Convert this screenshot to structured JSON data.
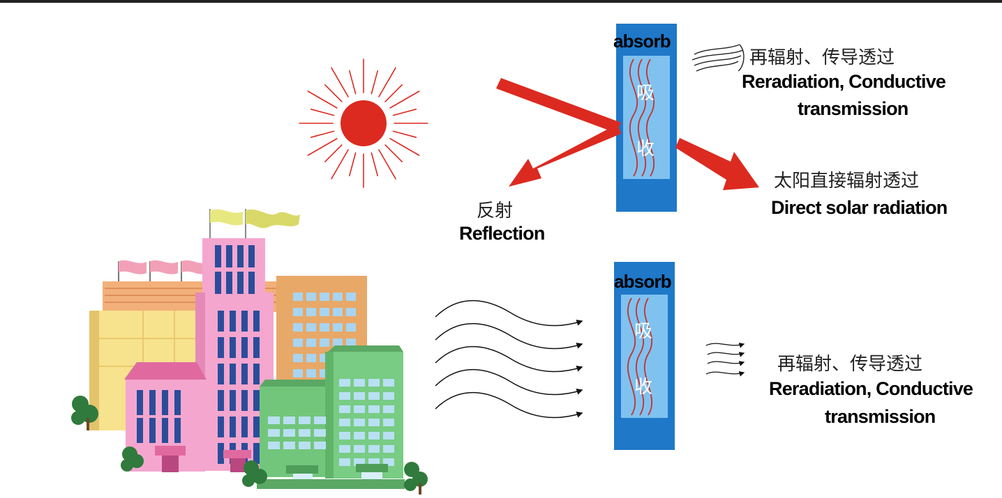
{
  "colors": {
    "sun": "#dc2a20",
    "arrow": "#dc2a20",
    "glass_frame": "#1f78c8",
    "glass_inner": "#7fc2f0",
    "wave": "#c8302a"
  },
  "top_panel": {
    "absorb_label": "absorb",
    "glass_chars": [
      "吸",
      "收"
    ],
    "reflection_cn": "反射",
    "reflection_en": "Reflection",
    "reradiation_cn": "再辐射、传导透过",
    "reradiation_en_line1": "Reradiation, Conductive",
    "reradiation_en_line2": "transmission",
    "direct_cn": "太阳直接辐射透过",
    "direct_en": "Direct solar radiation"
  },
  "bottom_panel": {
    "absorb_label": "absorb",
    "glass_chars": [
      "吸",
      "收"
    ],
    "reradiation_cn": "再辐射、传导透过",
    "reradiation_en_line1": "Reradiation, Conductive",
    "reradiation_en_line2": "transmission"
  }
}
